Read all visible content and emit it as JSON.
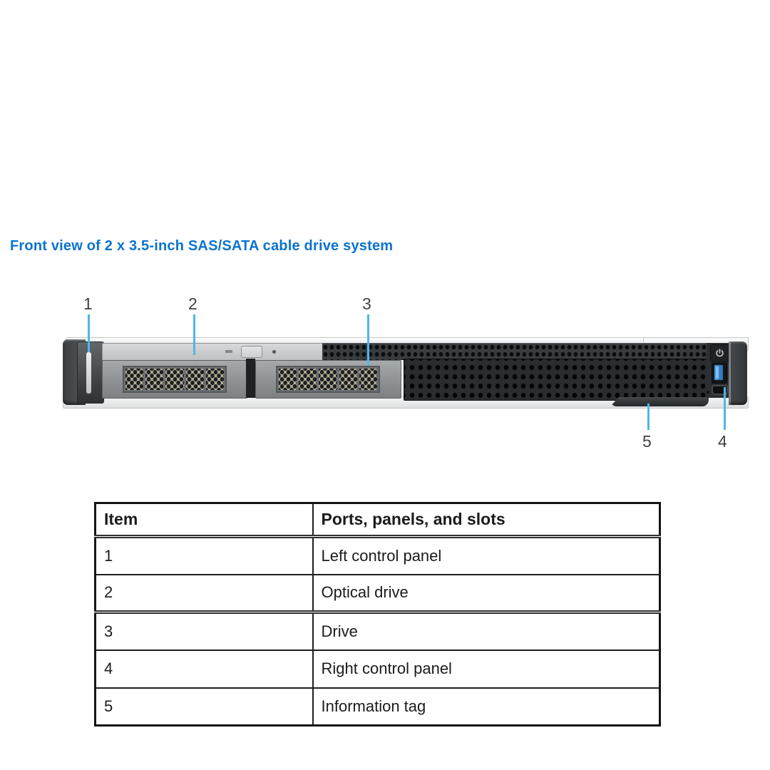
{
  "heading": {
    "text": "Front view of 2 x 3.5-inch SAS/SATA cable drive system"
  },
  "colors": {
    "heading_blue": "#0b73ce",
    "leader_line_blue": "#4eb7e8"
  },
  "figure": {
    "type": "server-front-view-diagram",
    "callouts": [
      {
        "number": "1"
      },
      {
        "number": "2"
      },
      {
        "number": "3"
      },
      {
        "number": "4"
      },
      {
        "number": "5"
      }
    ]
  },
  "table": {
    "headers": [
      "Item",
      "Ports, panels, and slots"
    ],
    "rows": [
      [
        "1",
        "Left control panel"
      ],
      [
        "2",
        "Optical drive"
      ],
      [
        "3",
        "Drive"
      ],
      [
        "4",
        "Right control panel"
      ],
      [
        "5",
        "Information tag"
      ]
    ]
  }
}
